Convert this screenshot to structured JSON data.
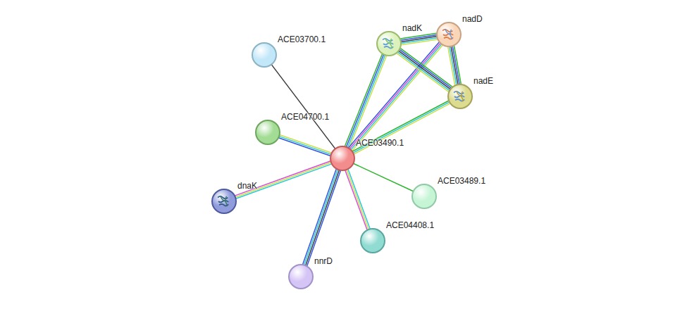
{
  "diagram": {
    "nodes": [
      {
        "text": [
          "ACE03700.1"
        ]
      },
      {
        "text": [
          "nadK"
        ]
      },
      {
        "text": [
          "nadD"
        ]
      },
      {
        "text": [
          "nadE"
        ]
      },
      {
        "text": [
          "ACE04700.1"
        ]
      },
      {
        "text": [
          "ACE03490.1"
        ]
      },
      {
        "text": [
          "dnaK"
        ]
      },
      {
        "text": [
          "ACE03489.1"
        ]
      },
      {
        "text": [
          "ACE04408.1"
        ]
      },
      {
        "text": [
          "nnrD"
        ]
      }
    ],
    "edges": [
      {
        "from": 5,
        "to": 0,
        "arrow": "none"
      },
      {
        "from": 5,
        "to": 1,
        "arrow": "none"
      },
      {
        "from": 5,
        "to": 2,
        "arrow": "none"
      },
      {
        "from": 5,
        "to": 3,
        "arrow": "none"
      },
      {
        "from": 1,
        "to": 2,
        "arrow": "none"
      },
      {
        "from": 1,
        "to": 3,
        "arrow": "none"
      },
      {
        "from": 2,
        "to": 3,
        "arrow": "none"
      },
      {
        "from": 5,
        "to": 4,
        "arrow": "none"
      },
      {
        "from": 5,
        "to": 6,
        "arrow": "none"
      },
      {
        "from": 5,
        "to": 7,
        "arrow": "none"
      },
      {
        "from": 5,
        "to": 8,
        "arrow": "none"
      },
      {
        "from": 5,
        "to": 9,
        "arrow": "none"
      }
    ]
  }
}
